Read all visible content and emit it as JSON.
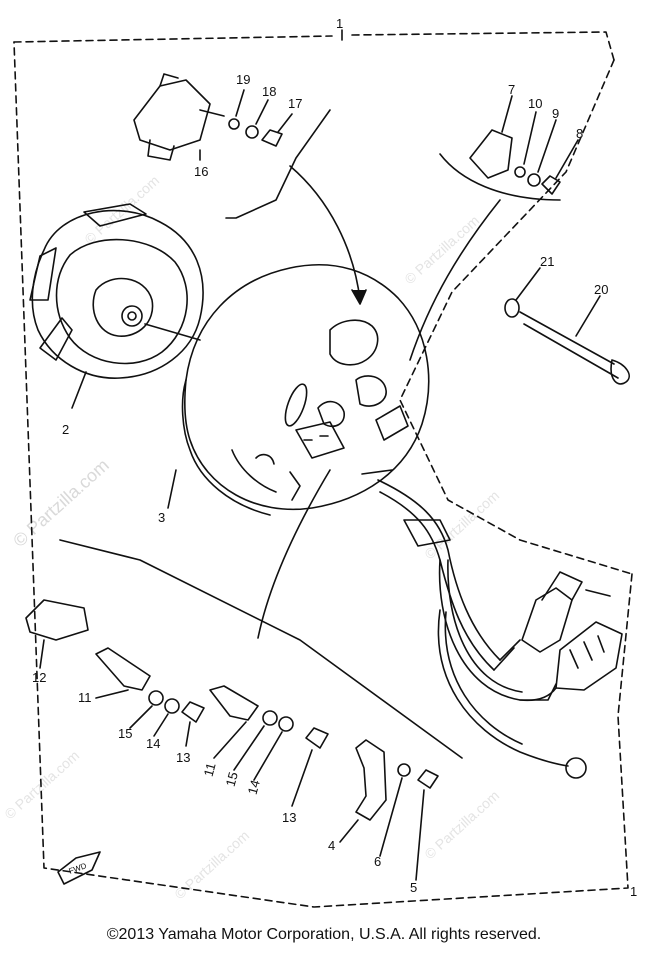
{
  "watermarks": {
    "main": "© Partzilla.com",
    "small": "© Partzilla.com"
  },
  "part_labels": [
    "1",
    "2",
    "3",
    "4",
    "5",
    "6",
    "7",
    "8",
    "9",
    "10",
    "11",
    "11",
    "12",
    "13",
    "13",
    "14",
    "14",
    "15",
    "15",
    "16",
    "17",
    "18",
    "19",
    "20",
    "21"
  ],
  "fwd_mark": "FWD",
  "footer": {
    "copyright": "©2013  Yamaha Motor Corporation, U.S.A. All rights reserved."
  }
}
